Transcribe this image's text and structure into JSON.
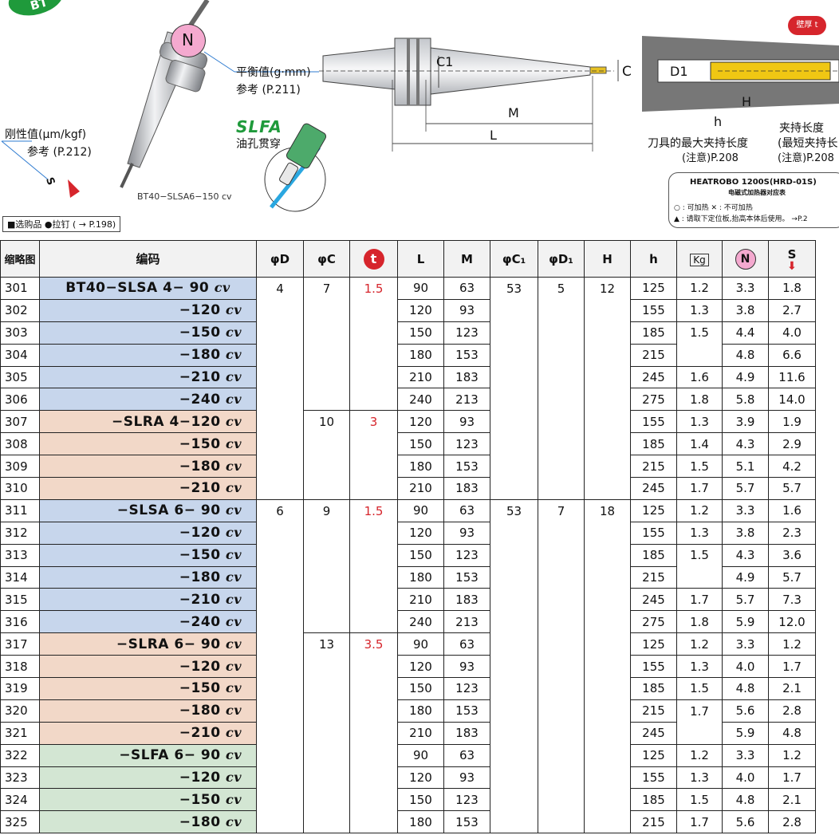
{
  "header": {
    "top_badge": "BT",
    "n_label": "N",
    "balance_label": "平衡值(g·mm)",
    "balance_ref": "参考 (P.211)",
    "rigidity_label": "刚性值(μm/kgf)",
    "rigidity_ref": "参考 (P.212)",
    "s_label": "S",
    "model_caption": "BT40−SLSA6−150 cv",
    "slfa_title": "SLFA",
    "slfa_sub": "油孔贯穿",
    "legend": "■选购品 ●拉钉 ( → P.198)",
    "dim_c1": "C1",
    "dim_c": "C",
    "dim_m": "M",
    "dim_l": "L",
    "dim_d1": "D1",
    "dim_h_small": "H",
    "dim_h": "h",
    "wall_badge": "壁厚 t",
    "clamp_len": "夹持长度",
    "clamp_min": "(最短夹持长",
    "clamp_ref": "(注意)P.208",
    "tool_max": "刀具的最大夹持长度",
    "tool_ref": "(注意)P.208",
    "heat_title": "HEATROBO 1200S(HRD-01S)",
    "heat_sub": "电磁式加热器对应表",
    "heat_line1": "○ : 可加热    ✕ : 不可加热",
    "heat_line2": "▲ : 请取下定位板,抬高本体后使用。 →P.2"
  },
  "columns": [
    "缩略图",
    "编码",
    "φD",
    "φC",
    "t",
    "L",
    "M",
    "φC₁",
    "φD₁",
    "H",
    "h",
    "Kg",
    "N",
    "S"
  ],
  "colors": {
    "blue": "#c7d6ec",
    "salmon": "#f2d8c8",
    "green": "#d3e6d3",
    "red": "#d6252c"
  },
  "rows": [
    {
      "no": "301",
      "code": "BT40−SLSA  4−  90",
      "cv": "cv",
      "grp": "blue",
      "D": "4",
      "C": "7",
      "t": "1.5",
      "L": "90",
      "M": "63",
      "C1": "53",
      "D1": "5",
      "H": "12",
      "h": "125",
      "kg": "1.2",
      "N": "3.3",
      "S": "1.8"
    },
    {
      "no": "302",
      "code": "−120",
      "cv": "cv",
      "grp": "blue",
      "D": "",
      "C": "",
      "t": "",
      "L": "120",
      "M": "93",
      "C1": "",
      "D1": "",
      "H": "",
      "h": "155",
      "kg": "1.3",
      "N": "3.8",
      "S": "2.7"
    },
    {
      "no": "303",
      "code": "−150",
      "cv": "cv",
      "grp": "blue",
      "D": "",
      "C": "",
      "t": "",
      "L": "150",
      "M": "123",
      "C1": "",
      "D1": "",
      "H": "",
      "h": "185",
      "kg": "1.5",
      "N": "4.4",
      "S": "4.0"
    },
    {
      "no": "304",
      "code": "−180",
      "cv": "cv",
      "grp": "blue",
      "D": "",
      "C": "",
      "t": "",
      "L": "180",
      "M": "153",
      "C1": "",
      "D1": "",
      "H": "",
      "h": "215",
      "kg": "",
      "N": "4.8",
      "S": "6.6"
    },
    {
      "no": "305",
      "code": "−210",
      "cv": "cv",
      "grp": "blue",
      "D": "",
      "C": "",
      "t": "",
      "L": "210",
      "M": "183",
      "C1": "",
      "D1": "",
      "H": "",
      "h": "245",
      "kg": "1.6",
      "N": "4.9",
      "S": "11.6"
    },
    {
      "no": "306",
      "code": "−240",
      "cv": "cv",
      "grp": "blue",
      "D": "",
      "C": "",
      "t": "",
      "L": "240",
      "M": "213",
      "C1": "",
      "D1": "",
      "H": "",
      "h": "275",
      "kg": "1.8",
      "N": "5.8",
      "S": "14.0"
    },
    {
      "no": "307",
      "code": "−SLRA  4−120",
      "cv": "cv",
      "grp": "salmon",
      "D": "",
      "C": "10",
      "t": "3",
      "L": "120",
      "M": "93",
      "C1": "",
      "D1": "",
      "H": "",
      "h": "155",
      "kg": "1.3",
      "N": "3.9",
      "S": "1.9"
    },
    {
      "no": "308",
      "code": "−150",
      "cv": "cv",
      "grp": "salmon",
      "D": "",
      "C": "",
      "t": "",
      "L": "150",
      "M": "123",
      "C1": "",
      "D1": "",
      "H": "",
      "h": "185",
      "kg": "1.4",
      "N": "4.3",
      "S": "2.9"
    },
    {
      "no": "309",
      "code": "−180",
      "cv": "cv",
      "grp": "salmon",
      "D": "",
      "C": "",
      "t": "",
      "L": "180",
      "M": "153",
      "C1": "",
      "D1": "",
      "H": "",
      "h": "215",
      "kg": "1.5",
      "N": "5.1",
      "S": "4.2"
    },
    {
      "no": "310",
      "code": "−210",
      "cv": "cv",
      "grp": "salmon",
      "D": "",
      "C": "",
      "t": "",
      "L": "210",
      "M": "183",
      "C1": "",
      "D1": "",
      "H": "",
      "h": "245",
      "kg": "1.7",
      "N": "5.7",
      "S": "5.7"
    },
    {
      "no": "311",
      "code": "−SLSA  6−  90",
      "cv": "cv",
      "grp": "blue",
      "D": "6",
      "C": "9",
      "t": "1.5",
      "L": "90",
      "M": "63",
      "C1": "53",
      "D1": "7",
      "H": "18",
      "h": "125",
      "kg": "1.2",
      "N": "3.3",
      "S": "1.6"
    },
    {
      "no": "312",
      "code": "−120",
      "cv": "cv",
      "grp": "blue",
      "D": "",
      "C": "",
      "t": "",
      "L": "120",
      "M": "93",
      "C1": "",
      "D1": "",
      "H": "",
      "h": "155",
      "kg": "1.3",
      "N": "3.8",
      "S": "2.3"
    },
    {
      "no": "313",
      "code": "−150",
      "cv": "cv",
      "grp": "blue",
      "D": "",
      "C": "",
      "t": "",
      "L": "150",
      "M": "123",
      "C1": "",
      "D1": "",
      "H": "",
      "h": "185",
      "kg": "1.5",
      "N": "4.3",
      "S": "3.6"
    },
    {
      "no": "314",
      "code": "−180",
      "cv": "cv",
      "grp": "blue",
      "D": "",
      "C": "",
      "t": "",
      "L": "180",
      "M": "153",
      "C1": "",
      "D1": "",
      "H": "",
      "h": "215",
      "kg": "",
      "N": "4.9",
      "S": "5.7"
    },
    {
      "no": "315",
      "code": "−210",
      "cv": "cv",
      "grp": "blue",
      "D": "",
      "C": "",
      "t": "",
      "L": "210",
      "M": "183",
      "C1": "",
      "D1": "",
      "H": "",
      "h": "245",
      "kg": "1.7",
      "N": "5.7",
      "S": "7.3"
    },
    {
      "no": "316",
      "code": "−240",
      "cv": "cv",
      "grp": "blue",
      "D": "",
      "C": "",
      "t": "",
      "L": "240",
      "M": "213",
      "C1": "",
      "D1": "",
      "H": "",
      "h": "275",
      "kg": "1.8",
      "N": "5.9",
      "S": "12.0"
    },
    {
      "no": "317",
      "code": "−SLRA  6−  90",
      "cv": "cv",
      "grp": "salmon",
      "D": "",
      "C": "13",
      "t": "3.5",
      "L": "90",
      "M": "63",
      "C1": "",
      "D1": "",
      "H": "",
      "h": "125",
      "kg": "1.2",
      "N": "3.3",
      "S": "1.2"
    },
    {
      "no": "318",
      "code": "−120",
      "cv": "cv",
      "grp": "salmon",
      "D": "",
      "C": "",
      "t": "",
      "L": "120",
      "M": "93",
      "C1": "",
      "D1": "",
      "H": "",
      "h": "155",
      "kg": "1.3",
      "N": "4.0",
      "S": "1.7"
    },
    {
      "no": "319",
      "code": "−150",
      "cv": "cv",
      "grp": "salmon",
      "D": "",
      "C": "",
      "t": "",
      "L": "150",
      "M": "123",
      "C1": "",
      "D1": "",
      "H": "",
      "h": "185",
      "kg": "1.5",
      "N": "4.8",
      "S": "2.1"
    },
    {
      "no": "320",
      "code": "−180",
      "cv": "cv",
      "grp": "salmon",
      "D": "",
      "C": "",
      "t": "",
      "L": "180",
      "M": "153",
      "C1": "",
      "D1": "",
      "H": "",
      "h": "215",
      "kg": "1.7",
      "N": "5.6",
      "S": "2.8"
    },
    {
      "no": "321",
      "code": "−210",
      "cv": "cv",
      "grp": "salmon",
      "D": "",
      "C": "",
      "t": "",
      "L": "210",
      "M": "183",
      "C1": "",
      "D1": "",
      "H": "",
      "h": "245",
      "kg": "",
      "N": "5.9",
      "S": "4.8"
    },
    {
      "no": "322",
      "code": "−SLFA  6−  90",
      "cv": "cv",
      "grp": "green",
      "D": "",
      "C": "",
      "t": "",
      "L": "90",
      "M": "63",
      "C1": "",
      "D1": "",
      "H": "",
      "h": "125",
      "kg": "1.2",
      "N": "3.3",
      "S": "1.2"
    },
    {
      "no": "323",
      "code": "−120",
      "cv": "cv",
      "grp": "green",
      "D": "",
      "C": "",
      "t": "",
      "L": "120",
      "M": "93",
      "C1": "",
      "D1": "",
      "H": "",
      "h": "155",
      "kg": "1.3",
      "N": "4.0",
      "S": "1.7"
    },
    {
      "no": "324",
      "code": "−150",
      "cv": "cv",
      "grp": "green",
      "D": "",
      "C": "",
      "t": "",
      "L": "150",
      "M": "123",
      "C1": "",
      "D1": "",
      "H": "",
      "h": "185",
      "kg": "1.5",
      "N": "4.8",
      "S": "2.1"
    },
    {
      "no": "325",
      "code": "−180",
      "cv": "cv",
      "grp": "green",
      "D": "",
      "C": "",
      "t": "",
      "L": "180",
      "M": "153",
      "C1": "",
      "D1": "",
      "H": "",
      "h": "215",
      "kg": "1.7",
      "N": "5.6",
      "S": "2.8"
    }
  ]
}
